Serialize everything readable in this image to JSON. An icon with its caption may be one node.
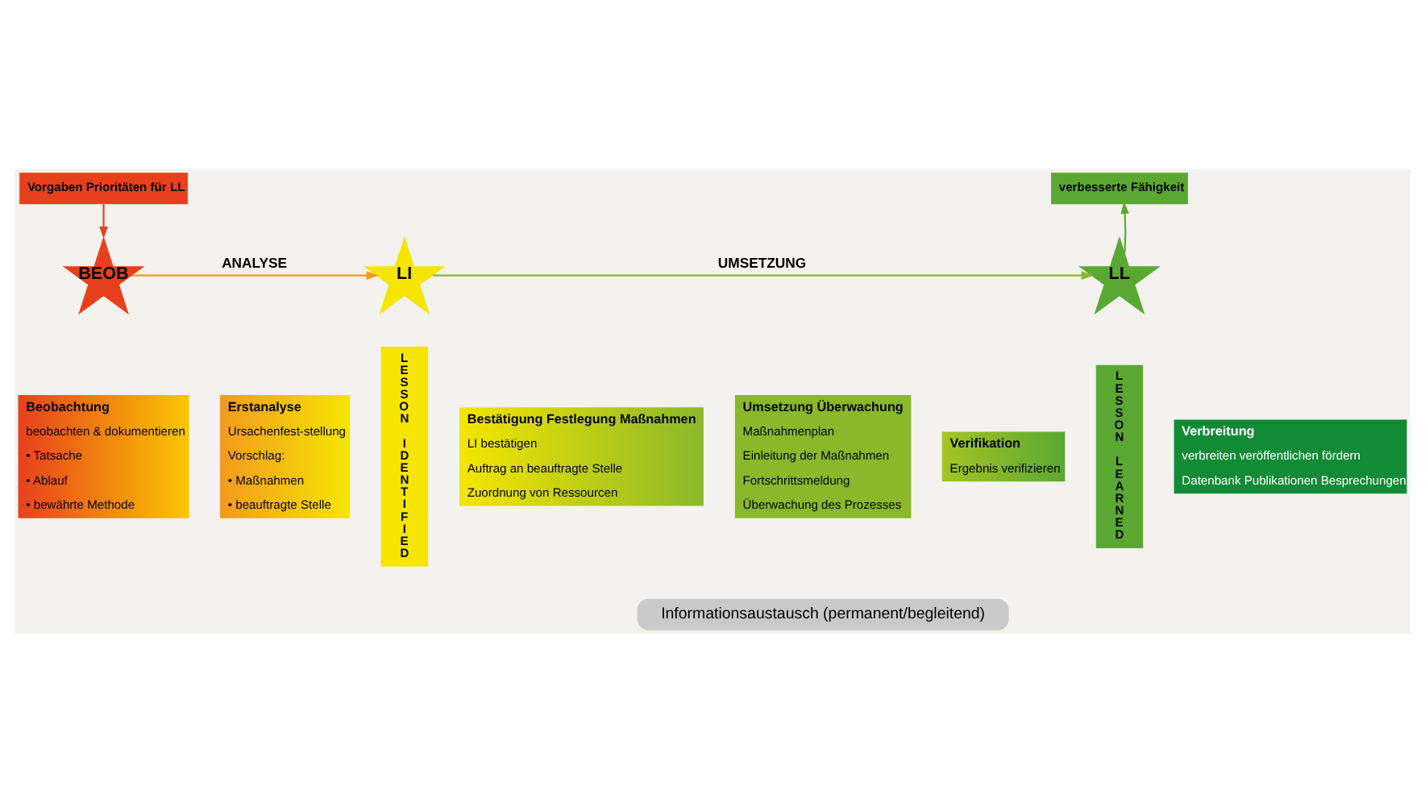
{
  "diagram": {
    "nodes": [
      {
        "text": [
          "Vorgaben Prioritäten für LL"
        ]
      },
      {
        "text": [
          "BEOB"
        ]
      },
      {
        "text": [
          "LI"
        ]
      },
      {
        "text": [
          "LL"
        ]
      },
      {
        "text": [
          "verbesserte Fähigkeit"
        ]
      },
      {
        "text": [
          "Beobachtung",
          "beobachten & dokumentieren",
          "• Tatsache",
          "• Ablauf",
          "• bewährte Methode"
        ]
      },
      {
        "text": [
          "Erstanalyse",
          "Ursachenfest-stellung",
          "Vorschlag:",
          "• Maßnahmen",
          "• beauftragte Stelle"
        ]
      },
      {
        "text": [
          "LESSON IDENTIFIED"
        ]
      },
      {
        "text": [
          "Bestätigung Festlegung Maßnahmen",
          "LI bestätigen",
          "Auftrag an beauftragte Stelle",
          "Zuordnung von Ressourcen"
        ]
      },
      {
        "text": [
          "Umsetzung Überwachung",
          "Maßnahmenplan",
          "Einleitung der Maßnahmen",
          "Fortschrittsmeldung",
          "Überwachung des Prozesses"
        ]
      },
      {
        "text": [
          "Verifikation",
          "Ergebnis verifizieren"
        ]
      },
      {
        "text": [
          "LESSON LEARNED"
        ]
      },
      {
        "text": [
          "Verbreitung",
          "verbreiten veröffentlichen fördern",
          "Datenbank Publikationen Besprechungen"
        ]
      }
    ],
    "edges": [
      {
        "from": 0,
        "to": 1,
        "arrow": "to",
        "color": "#e8401c"
      },
      {
        "from": 1,
        "to": 2,
        "label": "ANALYSE",
        "arrow": "to",
        "color": "#f39a1e"
      },
      {
        "from": 2,
        "to": 3,
        "label": "UMSETZUNG",
        "arrow": "to",
        "color": "#8ab82a"
      },
      {
        "from": 3,
        "to": 4,
        "arrow": "to",
        "color": "#5aa832"
      }
    ],
    "labels": [
      "Informationsaustausch (permanent/begleitend)"
    ]
  }
}
